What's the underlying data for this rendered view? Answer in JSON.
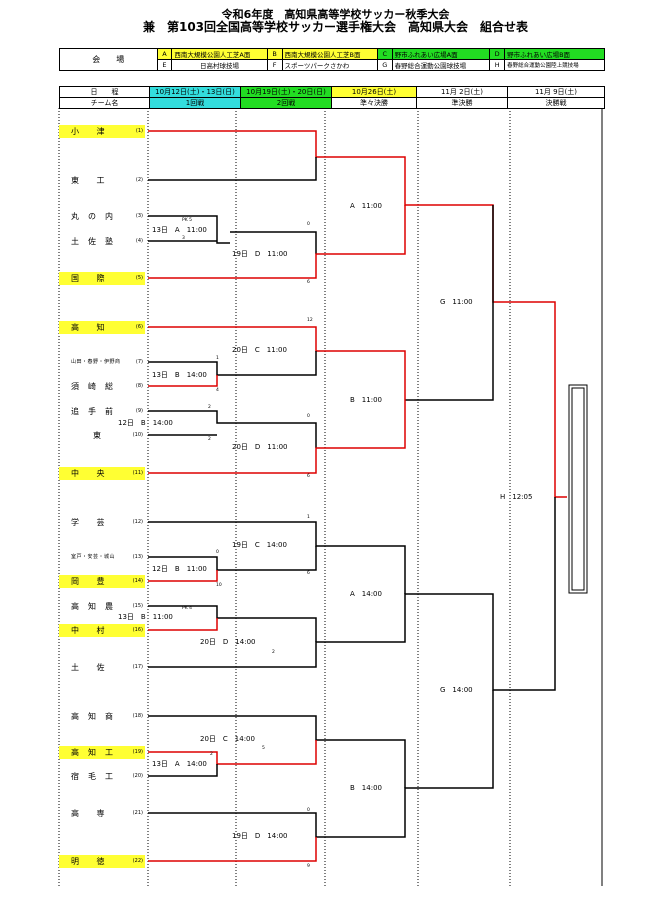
{
  "title": {
    "line1": "令和6年度　高知県高等学校サッカー秋季大会",
    "line2": "兼　第103回全国高等学校サッカー選手権大会　高知県大会　組合せ表"
  },
  "venues": {
    "label": "会　　場",
    "row1": [
      [
        "A",
        "西南大規模公園人工芝A面"
      ],
      [
        "B",
        "西南大規模公園人工芝B面"
      ],
      [
        "C",
        "野市ふれあい広場A面"
      ],
      [
        "D",
        "野市ふれあい広場B面"
      ]
    ],
    "row2": [
      [
        "E",
        "日高村球技場"
      ],
      [
        "F",
        "スポーツパークさかわ"
      ],
      [
        "G",
        "春野総合運動公園球技場"
      ],
      [
        "H",
        "春野総合運動公園陸上競技場"
      ]
    ]
  },
  "schedule": {
    "label": "日　　程",
    "dates": [
      "10月12日(土)・13日(日)",
      "10月19日(土)・20日(日)",
      "10月26日(土)",
      "11月 2日(土)",
      "11月 9日(土)"
    ]
  },
  "rounds": {
    "label": "チーム名",
    "names": [
      "1回戦",
      "2回戦",
      "準々決勝",
      "準決勝",
      "決勝戦"
    ]
  },
  "teams": [
    {
      "name": "小　　津",
      "no": "(1)"
    },
    {
      "name": "東　　工",
      "no": "(2)"
    },
    {
      "name": "丸　の　内",
      "no": "(3)"
    },
    {
      "name": "土　佐　塾",
      "no": "(4)"
    },
    {
      "name": "国　　際",
      "no": "(5)"
    },
    {
      "name": "高　　知",
      "no": "(6)"
    },
    {
      "name": "山田・春野・伊野商",
      "no": "(7)"
    },
    {
      "name": "須　崎　総",
      "no": "(8)"
    },
    {
      "name": "追　手　前",
      "no": "(9)"
    },
    {
      "name": "東",
      "no": "(10)"
    },
    {
      "name": "中　　央",
      "no": "(11)"
    },
    {
      "name": "学　　芸",
      "no": "(12)"
    },
    {
      "name": "室戸・安芸・城山",
      "no": "(13)"
    },
    {
      "name": "岡　　豊",
      "no": "(14)"
    },
    {
      "name": "高　知　農",
      "no": "(15)"
    },
    {
      "name": "中　　村",
      "no": "(16)"
    },
    {
      "name": "土　　佐",
      "no": "(17)"
    },
    {
      "name": "高　知　商",
      "no": "(18)"
    },
    {
      "name": "高　知　工",
      "no": "(19)"
    },
    {
      "name": "宿　毛　工",
      "no": "(20)"
    },
    {
      "name": "高　　専",
      "no": "(21)"
    },
    {
      "name": "明　　徳",
      "no": "(22)"
    }
  ],
  "matches": [
    {
      "label": "13日　A　11:00"
    },
    {
      "label": "19日　D　11:00"
    },
    {
      "label": "20日　C　11:00"
    },
    {
      "label": "13日　B　14:00"
    },
    {
      "label": "12日　B　14:00"
    },
    {
      "label": "20日　D　11:00"
    },
    {
      "label": "19日　C　14:00"
    },
    {
      "label": "12日　B　11:00"
    },
    {
      "label": "13日　B　11:00"
    },
    {
      "label": "20日　D　14:00"
    },
    {
      "label": "20日　C　14:00"
    },
    {
      "label": "13日　A　14:00"
    },
    {
      "label": "19日　D　14:00"
    }
  ],
  "qf": [
    {
      "label": "A　11:00"
    },
    {
      "label": "B　11:00"
    },
    {
      "label": "A　14:00"
    },
    {
      "label": "B　14:00"
    }
  ],
  "sf": [
    {
      "label": "G　11:00"
    },
    {
      "label": "G　14:00"
    }
  ],
  "final": {
    "label": "H　12:05"
  },
  "scores": {
    "m1a": "PK 5",
    "m1b": "3",
    "m2a": "0",
    "m2b": "6",
    "m3a": "12",
    "m3b": "1",
    "m3c": "4",
    "m5a": "2",
    "m5b": "2",
    "m6a": "0",
    "m6b": "6",
    "m7a": "1",
    "m7b": "6",
    "m8a": "0",
    "m8b": "10",
    "m9": "PK 4",
    "m10": "2",
    "m11": "5",
    "m13a": "0",
    "m13b": "9",
    "m12": "2"
  }
}
